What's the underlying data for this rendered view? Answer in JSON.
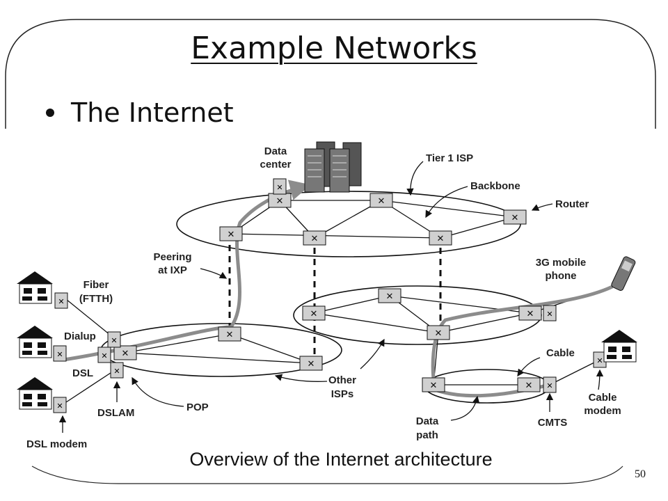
{
  "slide": {
    "title": "Example Networks",
    "bullet": "The Internet",
    "caption": "Overview of the Internet architecture",
    "page_number": "50"
  },
  "labels": {
    "data_center": [
      "Data",
      "center"
    ],
    "tier1": "Tier 1 ISP",
    "backbone": "Backbone",
    "router": "Router",
    "peering": [
      "Peering",
      "at IXP"
    ],
    "mobile": [
      "3G mobile",
      "phone"
    ],
    "fiber": [
      "Fiber",
      "(FTTH)"
    ],
    "dialup": "Dialup",
    "dsl": "DSL",
    "dslam": "DSLAM",
    "pop": "POP",
    "other_isps": [
      "Other",
      "ISPs"
    ],
    "cable": "Cable",
    "cable_modem": [
      "Cable",
      "modem"
    ],
    "cmts": "CMTS",
    "data_path": [
      "Data",
      "path"
    ],
    "dsl_modem": "DSL modem"
  },
  "colors": {
    "ink": "#111111",
    "path": "#8c8c8c",
    "device": "#cfcfcf"
  }
}
